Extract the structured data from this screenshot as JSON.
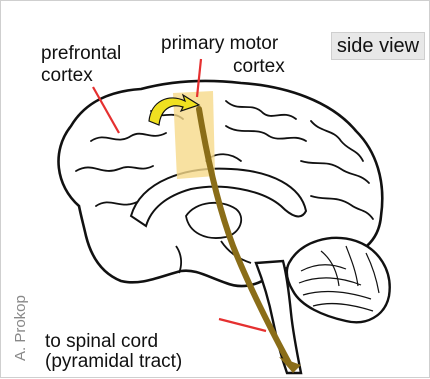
{
  "labels": {
    "prefrontal_line1": "prefrontal",
    "prefrontal_line2": "cortex",
    "motor_line1": "primary motor",
    "motor_line2": "cortex",
    "spinal_line1": "to spinal cord",
    "spinal_line2": "(pyramidal tract)"
  },
  "view_button": {
    "label": "side view"
  },
  "credit": "A. Prokop",
  "colors": {
    "pointer_lines": "#e53030",
    "tract": "#8a6d18",
    "motor_highlight": "#f6d98a",
    "arrow": "#f0e020"
  }
}
